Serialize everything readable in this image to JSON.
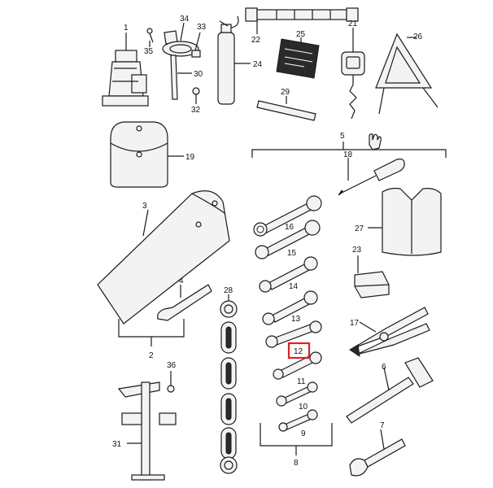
{
  "callouts": {
    "c1": "1",
    "c2": "2",
    "c3": "3",
    "c4": "4",
    "c5": "5",
    "c6": "6",
    "c7": "7",
    "c8": "8",
    "c9": "9",
    "c10": "10",
    "c11": "11",
    "c12": "12",
    "c13": "13",
    "c14": "14",
    "c15": "15",
    "c16": "16",
    "c17": "17",
    "c18": "18",
    "c19": "19",
    "c21": "21",
    "c22": "22",
    "c23": "23",
    "c24": "24",
    "c25": "25",
    "c26": "26",
    "c27": "27",
    "c28": "28",
    "c29": "29",
    "c30": "30",
    "c31": "31",
    "c32": "32",
    "c33": "33",
    "c34": "34",
    "c35": "35",
    "c36": "36"
  },
  "highlight": {
    "target": "12",
    "color": "#e02020"
  },
  "colors": {
    "line": "#1a1a1a",
    "background": "#ffffff"
  }
}
